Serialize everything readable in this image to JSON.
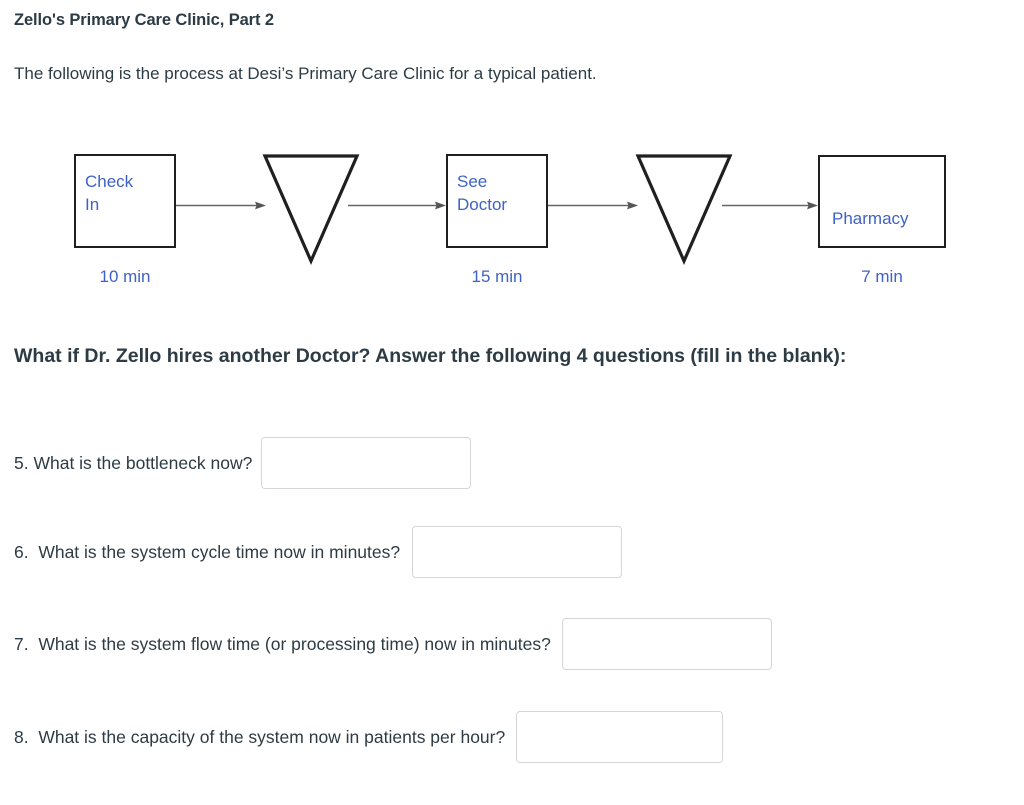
{
  "page_title": "Zello's Primary Care Clinic, Part 2",
  "intro_text": "The following is the process at Desi’s Primary Care Clinic for a typical patient.",
  "prompt": "What if Dr. Zello hires another Doctor?  Answer the following 4 questions (fill in the blank):",
  "colors": {
    "text": "#2d3b45",
    "diagram_label_blue": "#3f62c4",
    "shape_outline": "#1f1f1f",
    "arrow_gray": "#666666",
    "input_border": "#d3d6d9",
    "background": "#ffffff"
  },
  "diagram": {
    "type": "process-flow",
    "steps": [
      {
        "name": "check-in",
        "shape": "box",
        "label": "Check\nIn",
        "time": "10 min"
      },
      {
        "name": "buffer-1",
        "shape": "triangle",
        "label": "",
        "time": ""
      },
      {
        "name": "see-doctor",
        "shape": "box",
        "label": "See\nDoctor",
        "time": "15 min"
      },
      {
        "name": "buffer-2",
        "shape": "triangle",
        "label": "",
        "time": ""
      },
      {
        "name": "pharmacy",
        "shape": "box",
        "label": "Pharmacy",
        "time": "7 min"
      }
    ],
    "arrows": 4
  },
  "questions": [
    {
      "number": "5.",
      "text": "5. What is the bottleneck now?",
      "value": "",
      "placeholder": ""
    },
    {
      "number": "6.",
      "text": "6.  What is the system cycle time now in minutes?",
      "value": "",
      "placeholder": ""
    },
    {
      "number": "7.",
      "text": "7.  What is the system flow time (or processing time) now in minutes?",
      "value": "",
      "placeholder": ""
    },
    {
      "number": "8.",
      "text": "8.  What is the capacity of the system now in patients per hour?",
      "value": "",
      "placeholder": ""
    }
  ]
}
